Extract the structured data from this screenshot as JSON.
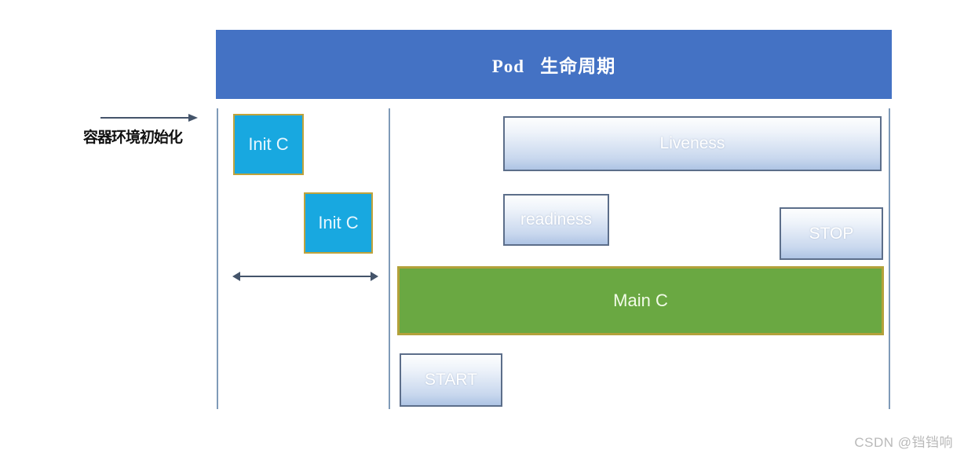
{
  "diagram": {
    "header": {
      "title": "Pod   生命周期"
    },
    "annotation": {
      "label": "容器环境初始化",
      "arrow_icon": "arrow-right-icon"
    },
    "span_marker": {
      "icon": "double-headed-arrow-icon"
    },
    "init_containers": [
      {
        "label": "Init C"
      },
      {
        "label": "Init C"
      }
    ],
    "probes": [
      {
        "label": "Liveness"
      },
      {
        "label": "readiness"
      }
    ],
    "hooks": [
      {
        "label": "STOP"
      },
      {
        "label": "START"
      }
    ],
    "main_container": {
      "label": "Main C"
    },
    "colors": {
      "header_blue": "#4472c4",
      "init_cyan": "#18a8e0",
      "init_border_gold": "#bfa33c",
      "main_green": "#6aa842",
      "main_border_gold": "#b3a13a",
      "probe_border": "#5c6e8a",
      "divider_blue": "#7f9ab8",
      "arrow_blue": "#44546a"
    },
    "watermark": "CSDN @铛铛响"
  }
}
